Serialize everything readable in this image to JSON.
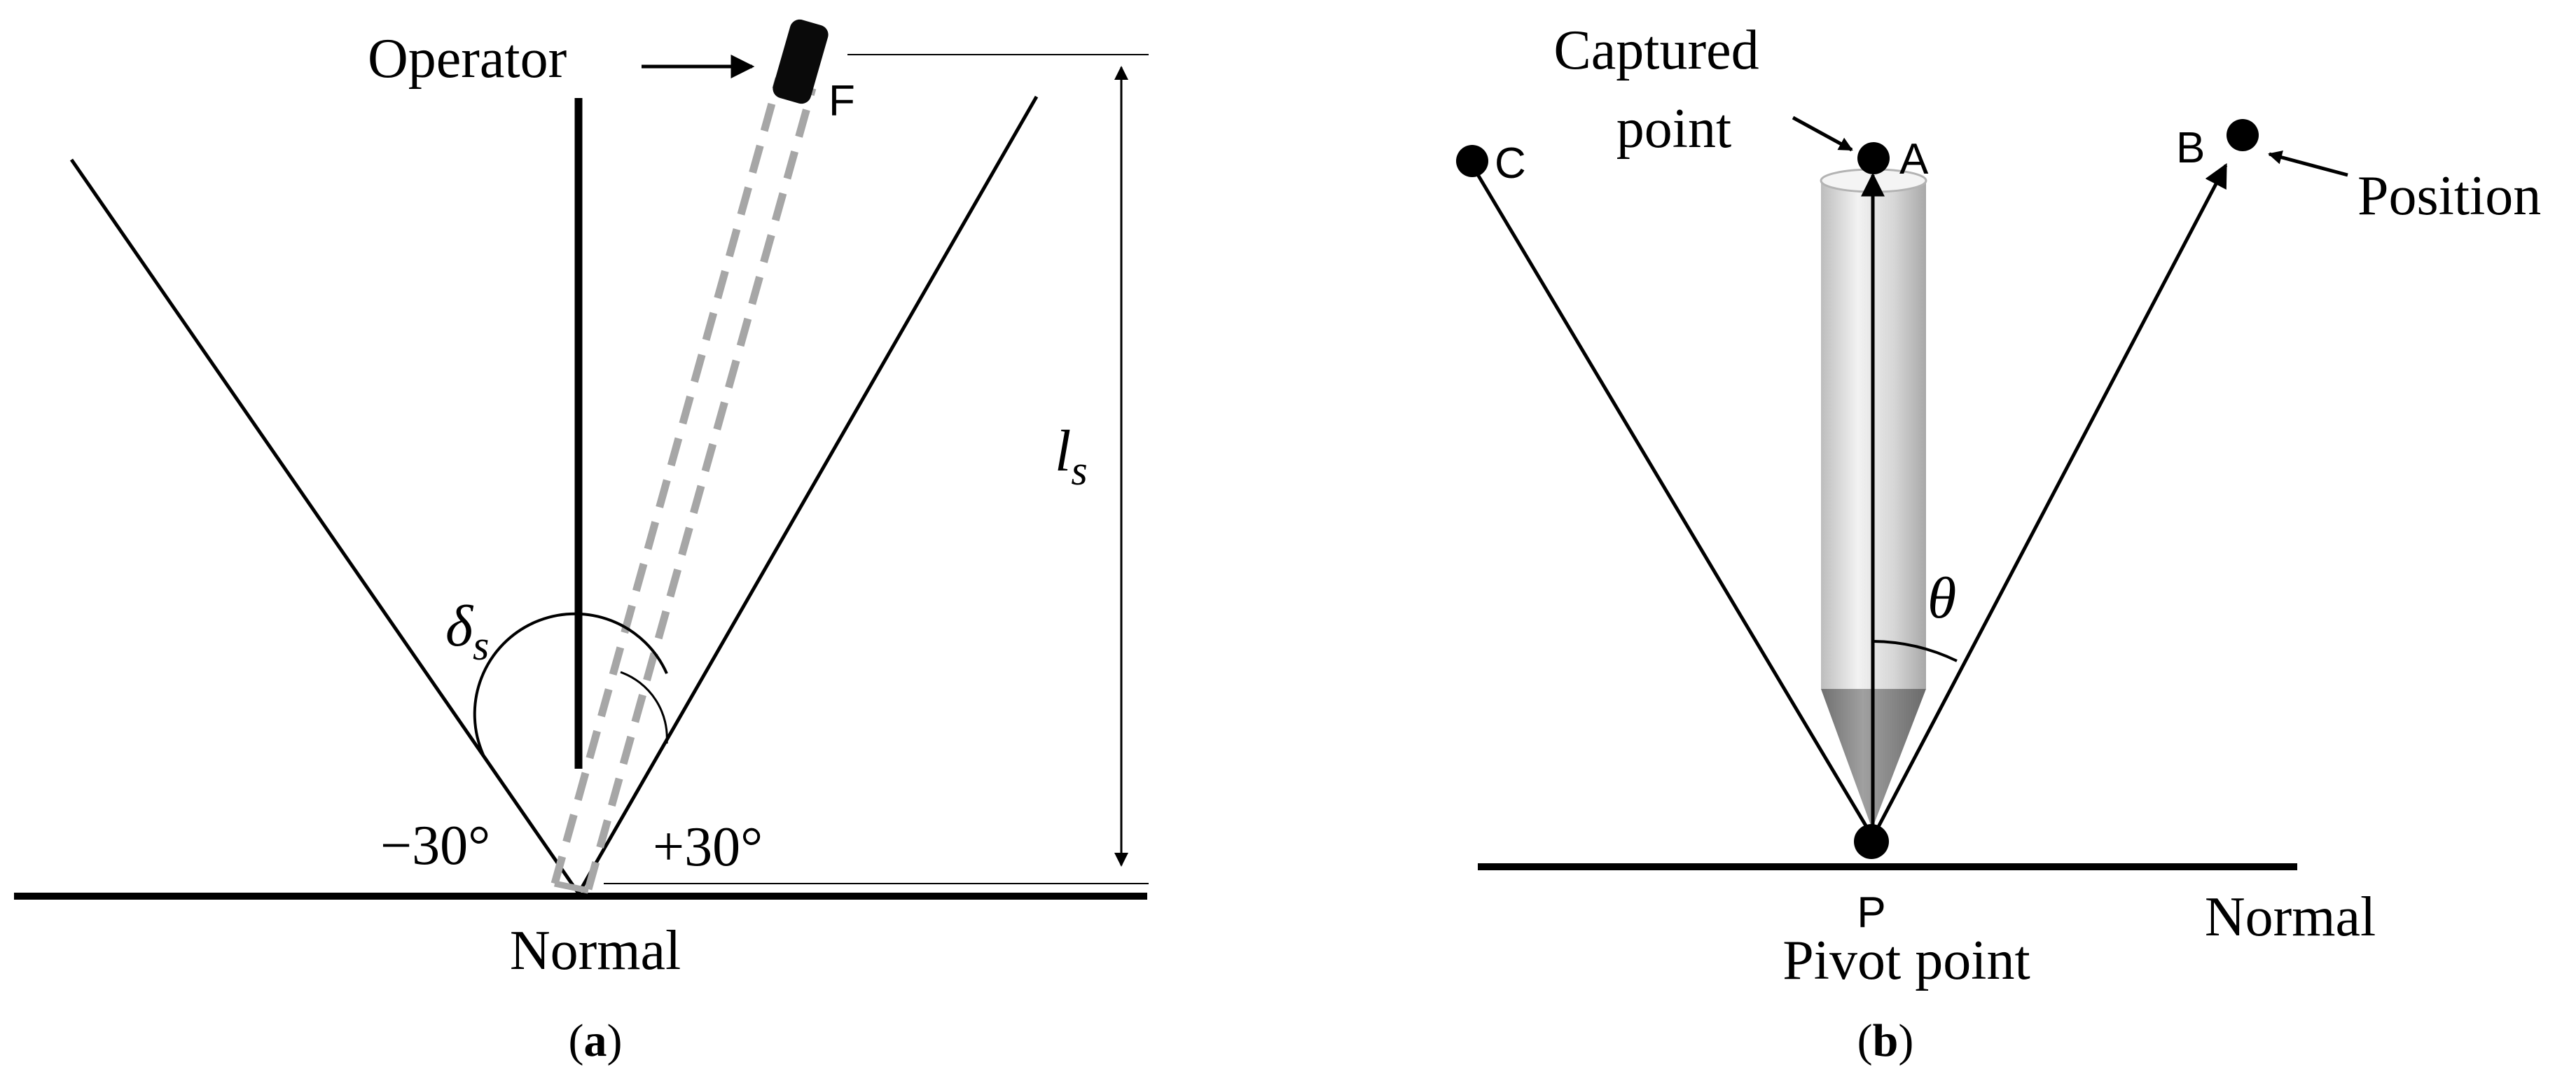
{
  "panel_a": {
    "operator_label": "Operator",
    "point_f": "F",
    "length_symbol": "l",
    "length_subscript": "s",
    "angle_symbol": "δ",
    "angle_subscript": "s",
    "minus_angle": "−30°",
    "plus_angle": "+30°",
    "normal_label": "Normal",
    "caption": "(a)",
    "caption_open": "(",
    "caption_letter": "a",
    "caption_close": ")"
  },
  "panel_b": {
    "captured_label_line1": "Captured",
    "captured_label_line2": "point",
    "point_a": "A",
    "point_b": "B",
    "point_c": "C",
    "point_p": "P",
    "position_label": "Position",
    "theta_symbol": "θ",
    "pivot_label": "Pivot point",
    "normal_label": "Normal",
    "caption": "(b)",
    "caption_open": "(",
    "caption_letter": "b",
    "caption_close": ")"
  },
  "colors": {
    "line": "#000000",
    "dashed_probe": "#a6a6a6",
    "probe_body": "#d0d0d0",
    "probe_tip": "#8c8c8c"
  }
}
